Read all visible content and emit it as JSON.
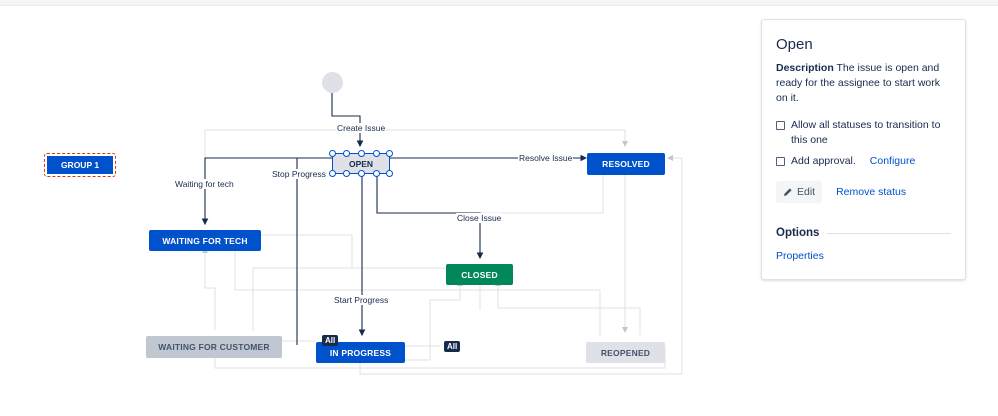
{
  "workflow": {
    "group": "GROUP 1",
    "statuses": {
      "open": "OPEN",
      "resolved": "RESOLVED",
      "waiting_tech": "WAITING FOR TECH",
      "closed": "CLOSED",
      "waiting_customer": "WAITING FOR CUSTOMER",
      "in_progress": "IN PROGRESS",
      "reopened": "REOPENED"
    },
    "transitions": {
      "create_issue": "Create Issue",
      "resolve_issue": "Resolve Issue",
      "waiting_for_tech": "Waiting for tech",
      "stop_progress": "Stop Progress",
      "close_issue": "Close Issue",
      "start_progress": "Start Progress"
    },
    "badges": {
      "all_1": "All",
      "all_2": "All"
    },
    "colors": {
      "blue": "#0052cc",
      "green": "#00875a",
      "grey": "#dfe1e6",
      "line_dark": "#172b4d",
      "line_light": "#dfe1e6"
    }
  },
  "panel": {
    "title": "Open",
    "description_label": "Description",
    "description_text": "The issue is open and ready for the assignee to start work on it.",
    "allow_all": "Allow all statuses to transition to this one",
    "add_approval": "Add approval.",
    "configure": "Configure",
    "edit": "Edit",
    "remove_status": "Remove status",
    "options_heading": "Options",
    "properties": "Properties"
  }
}
